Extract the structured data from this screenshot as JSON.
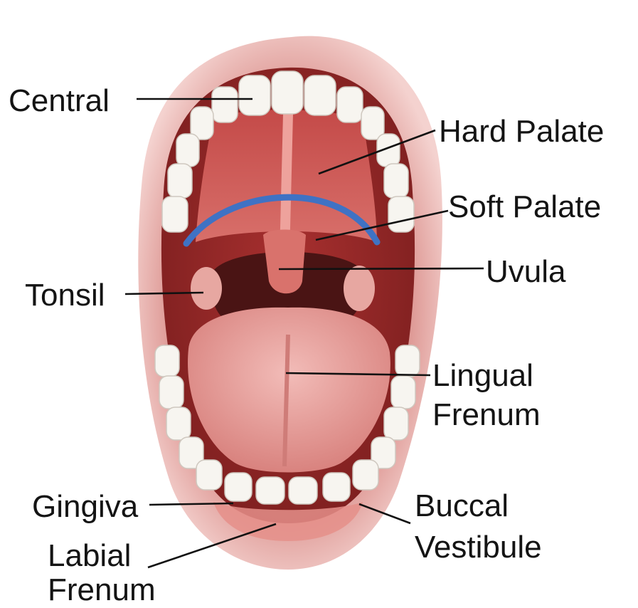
{
  "labels": {
    "central": "Central",
    "hard_palate": "Hard Palate",
    "soft_palate": "Soft Palate",
    "uvula": "Uvula",
    "tonsil": "Tonsil",
    "lingual_frenum": [
      "Lingual",
      "Frenum"
    ],
    "gingiva": "Gingiva",
    "buccal_vestibule": [
      "Buccal",
      "Vestibule"
    ],
    "labial_frenum": [
      "Labial",
      "Frenum"
    ]
  },
  "colors": {
    "lip": "#d98a8a",
    "mouth_cavity": "#b83a3a",
    "palate": "#c9524f",
    "throat": "#4a1414",
    "tongue": "#e7a3a0",
    "tooth": "#f7f5f0",
    "gum": "#e58f8a",
    "arc": "#3f72c4",
    "label_text": "#141414"
  }
}
